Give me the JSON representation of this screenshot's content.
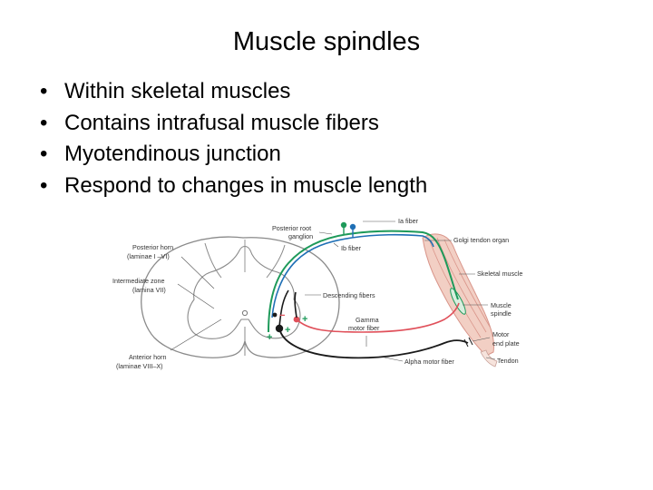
{
  "slide": {
    "title": "Muscle spindles",
    "bullets": [
      "Within skeletal muscles",
      "Contains intrafusal muscle fibers",
      "Myotendinous junction",
      "Respond to changes in muscle length"
    ]
  },
  "diagram": {
    "labels": {
      "posterior_root_ganglion_1": "Posterior root",
      "posterior_root_ganglion_2": "ganglion",
      "ia_fiber": "Ia fiber",
      "ib_fiber": "Ib fiber",
      "golgi_tendon_organ": "Golgi tendon organ",
      "skeletal_muscle": "Skeletal muscle",
      "muscle_spindle_1": "Muscle",
      "muscle_spindle_2": "spindle",
      "motor_end_plate_1": "Motor",
      "motor_end_plate_2": "end plate",
      "tendon": "Tendon",
      "alpha_motor_fiber": "Alpha motor fiber",
      "gamma_motor_fiber_1": "Gamma",
      "gamma_motor_fiber_2": "motor fiber",
      "descending_fibers": "Descending fibers",
      "posterior_horn_1": "Posterior horn",
      "posterior_horn_2": "(laminae I –VI)",
      "intermediate_zone_1": "Intermediate zone",
      "intermediate_zone_2": "(lamina VII)",
      "anterior_horn_1": "Anterior horn",
      "anterior_horn_2": "(laminae VIII–X)",
      "plus_1": "+",
      "plus_2": "+",
      "plus_3": "+",
      "minus": "−"
    },
    "colors": {
      "ia_fiber": "#1e9a5a",
      "ib_fiber": "#1f6fb5",
      "gamma_fiber": "#e0505a",
      "alpha_fiber": "#1a1a1a",
      "muscle": "#f2cfc4",
      "muscle_stripe": "#d9958a",
      "cord_outline": "#8a8a8a"
    }
  }
}
